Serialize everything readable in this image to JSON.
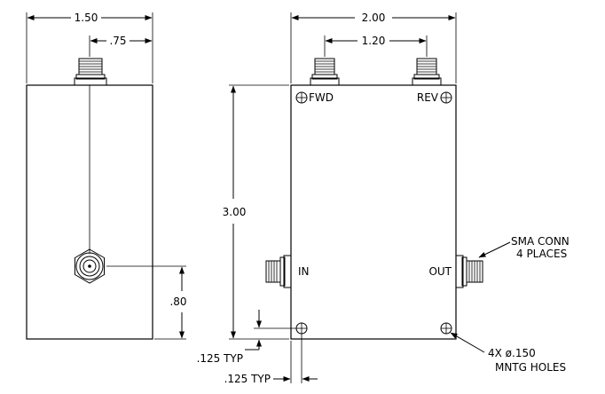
{
  "dimensions": {
    "side_width": "1.50",
    "side_connector_offset": ".75",
    "front_width": "2.00",
    "connector_spacing": "1.20",
    "height": "3.00",
    "side_connector_height": ".80",
    "hole_offset_vertical": ".125 TYP",
    "hole_offset_horizontal": ".125 TYP"
  },
  "ports": {
    "fwd": "FWD",
    "rev": "REV",
    "in": "IN",
    "out": "OUT"
  },
  "notes": {
    "connector_line1": "SMA CONN",
    "connector_line2": "4 PLACES",
    "holes_line1": "4X ø.150",
    "holes_line2": "MNTG HOLES"
  }
}
